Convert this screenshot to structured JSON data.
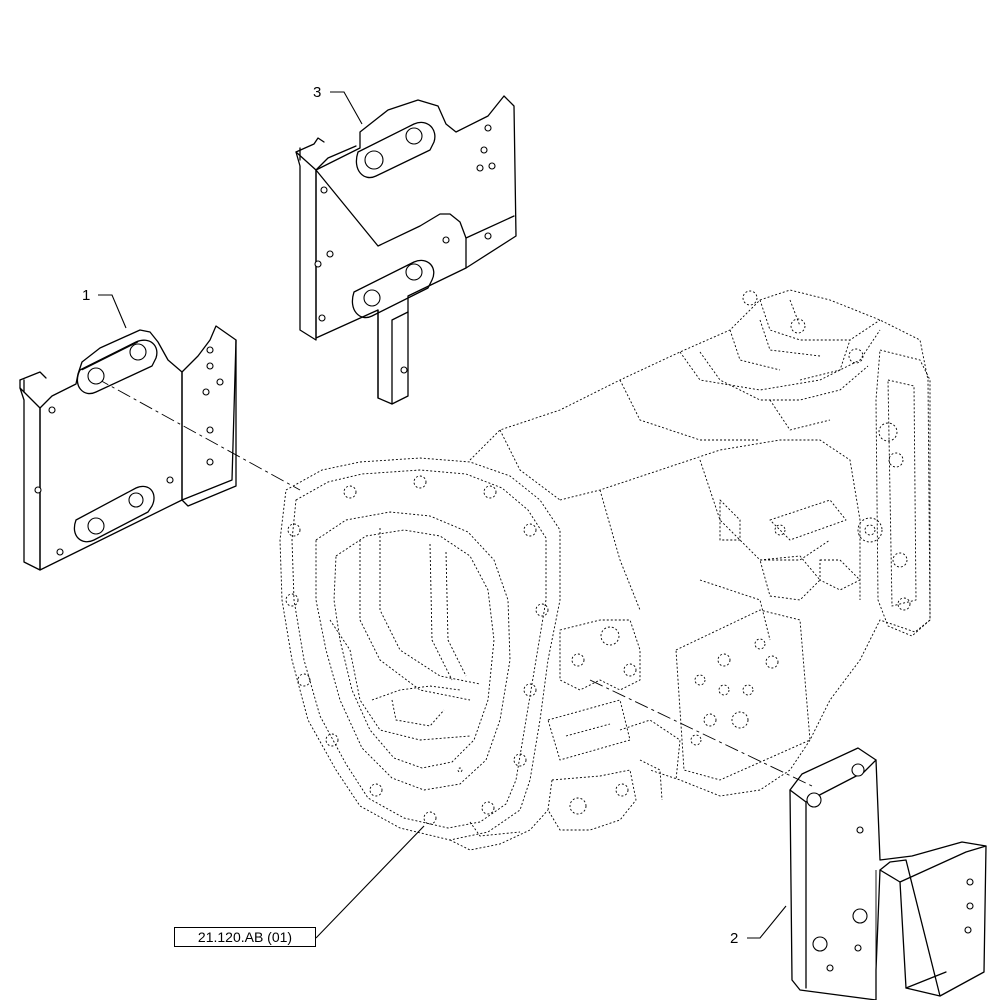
{
  "callouts": {
    "part_1": "1",
    "part_2": "2",
    "part_3": "3"
  },
  "reference": {
    "label": "21.120.AB (01)"
  }
}
